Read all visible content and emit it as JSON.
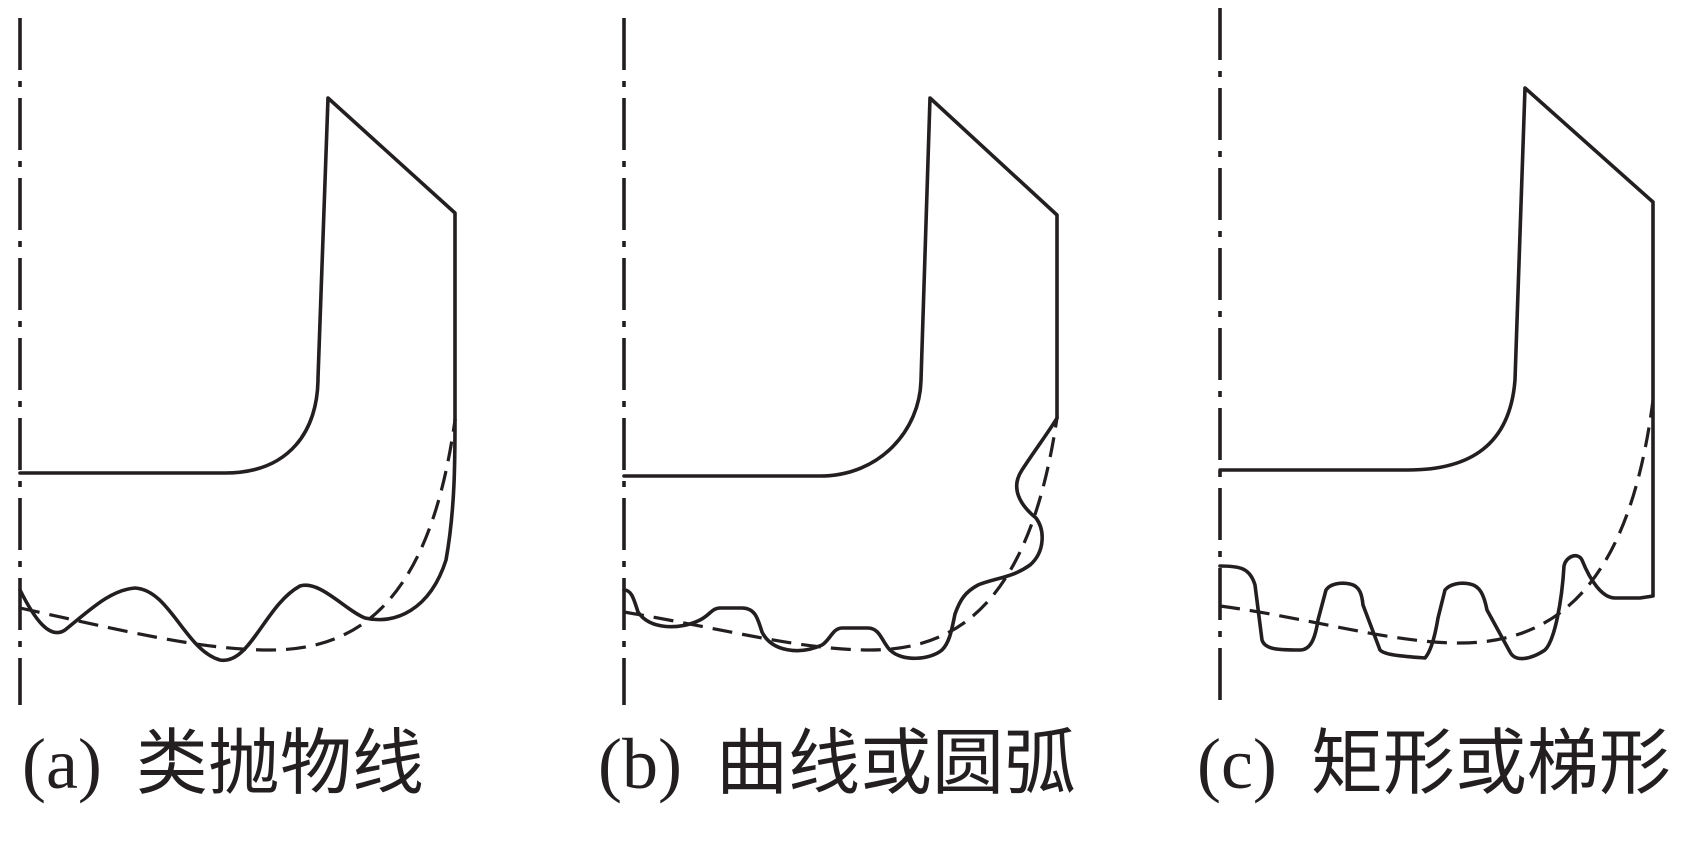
{
  "panels": [
    {
      "id": "a",
      "label": "(a)",
      "text": "类抛物线"
    },
    {
      "id": "b",
      "label": "(b)",
      "text": "曲线或圆弧"
    },
    {
      "id": "c",
      "label": "(c)",
      "text": "矩形或梯形"
    }
  ]
}
